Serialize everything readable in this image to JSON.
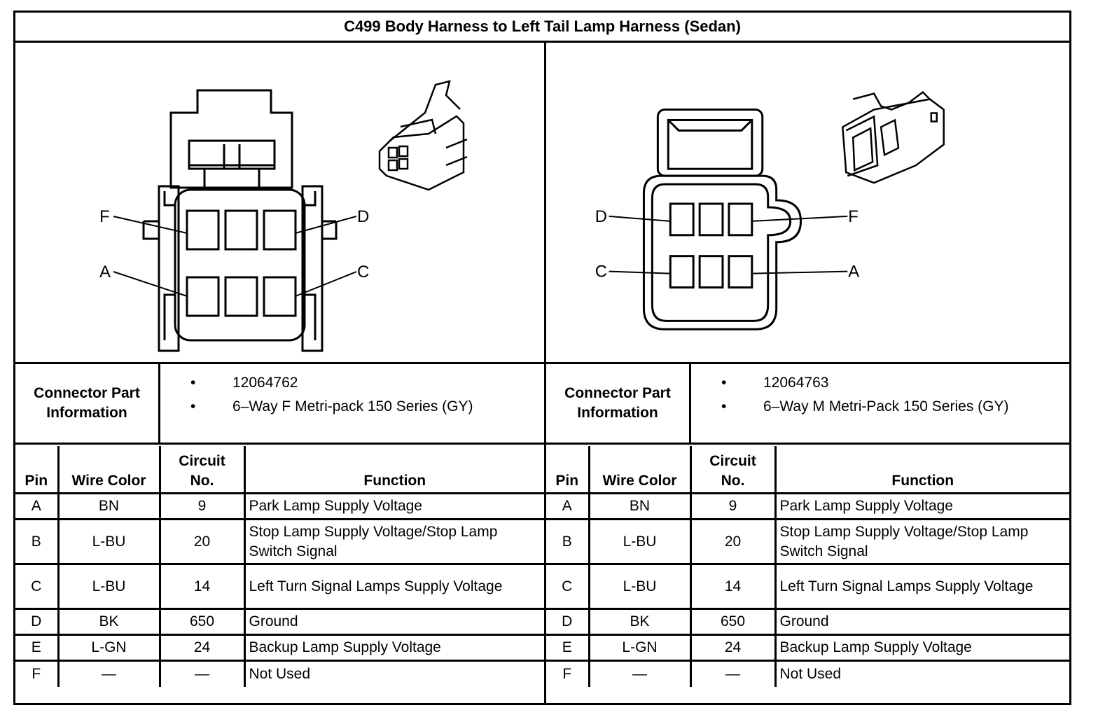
{
  "title": "C499 Body Harness to Left Tail Lamp Harness (Sedan)",
  "left": {
    "pin_callouts": [
      "F",
      "D",
      "A",
      "C"
    ],
    "connector_info_label": "Connector Part\nInformation",
    "connector_info": [
      "12064762",
      "6–Way F Metri-pack 150 Series (GY)"
    ],
    "table_headers": {
      "pin": "Pin",
      "wire_color": "Wire Color",
      "circuit": "Circuit\nNo.",
      "function": "Function"
    },
    "rows": [
      {
        "pin": "A",
        "wire_color": "BN",
        "circuit": "9",
        "function": "Park Lamp Supply Voltage"
      },
      {
        "pin": "B",
        "wire_color": "L-BU",
        "circuit": "20",
        "function": "Stop Lamp Supply Voltage/Stop Lamp Switch Signal"
      },
      {
        "pin": "C",
        "wire_color": "L-BU",
        "circuit": "14",
        "function": "Left Turn Signal Lamps Supply Voltage"
      },
      {
        "pin": "D",
        "wire_color": "BK",
        "circuit": "650",
        "function": "Ground"
      },
      {
        "pin": "E",
        "wire_color": "L-GN",
        "circuit": "24",
        "function": "Backup Lamp Supply Voltage"
      },
      {
        "pin": "F",
        "wire_color": "—",
        "circuit": "—",
        "function": "Not Used"
      }
    ]
  },
  "right": {
    "pin_callouts": [
      "D",
      "F",
      "C",
      "A"
    ],
    "connector_info_label": "Connector Part\nInformation",
    "connector_info": [
      "12064763",
      "6–Way M Metri-Pack 150 Series (GY)"
    ],
    "table_headers": {
      "pin": "Pin",
      "wire_color": "Wire Color",
      "circuit": "Circuit\nNo.",
      "function": "Function"
    },
    "rows": [
      {
        "pin": "A",
        "wire_color": "BN",
        "circuit": "9",
        "function": "Park Lamp Supply Voltage"
      },
      {
        "pin": "B",
        "wire_color": "L-BU",
        "circuit": "20",
        "function": "Stop Lamp Supply Voltage/Stop Lamp Switch Signal"
      },
      {
        "pin": "C",
        "wire_color": "L-BU",
        "circuit": "14",
        "function": "Left Turn Signal Lamps Supply Voltage"
      },
      {
        "pin": "D",
        "wire_color": "BK",
        "circuit": "650",
        "function": "Ground"
      },
      {
        "pin": "E",
        "wire_color": "L-GN",
        "circuit": "24",
        "function": "Backup Lamp Supply Voltage"
      },
      {
        "pin": "F",
        "wire_color": "—",
        "circuit": "—",
        "function": "Not Used"
      }
    ]
  }
}
